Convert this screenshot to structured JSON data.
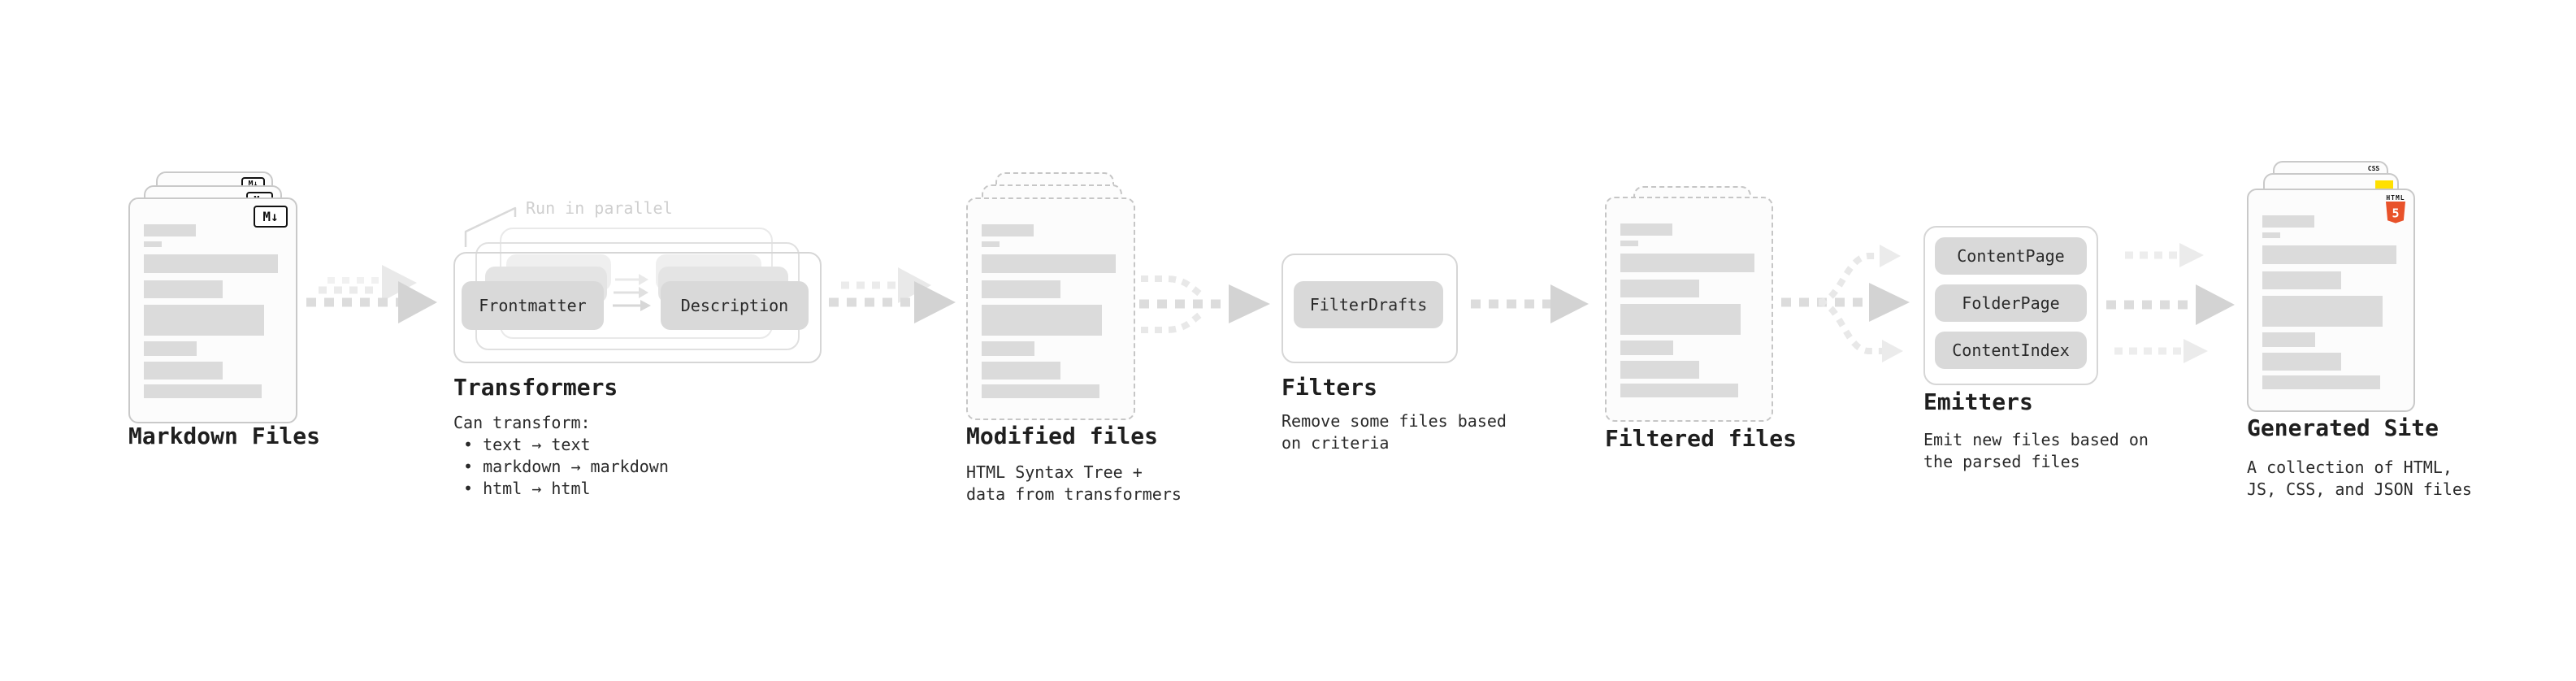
{
  "colors": {
    "html5_orange": "#e8522a",
    "js_yellow": "#ffe000",
    "css_blue": "#2a6df5",
    "arrow_gray": "#dcdcdc",
    "muted_annotation": "#cfcfcf"
  },
  "markdown_files": {
    "label": "Markdown Files",
    "icon_label": "M↓"
  },
  "transformers": {
    "annotation": "Run in parallel",
    "step_from": "Frontmatter",
    "step_to": "Description",
    "title": "Transformers",
    "desc_heading": "Can transform:",
    "bullets": [
      "• text → text",
      "• markdown → markdown",
      "• html → html"
    ]
  },
  "modified_files": {
    "title": "Modified files",
    "desc_line1": "HTML Syntax Tree +",
    "desc_line2": "data from transformers"
  },
  "filters": {
    "button": "FilterDrafts",
    "title": "Filters",
    "desc_line1": "Remove some files based",
    "desc_line2": "on criteria"
  },
  "filtered_files": {
    "title": "Filtered files"
  },
  "emitters": {
    "buttons": [
      "ContentPage",
      "FolderPage",
      "ContentIndex"
    ],
    "title": "Emitters",
    "desc_line1": "Emit new files based on",
    "desc_line2": "the parsed files"
  },
  "generated_site": {
    "title": "Generated Site",
    "desc_line1": "A collection of HTML,",
    "desc_line2": "JS, CSS, and JSON files",
    "badges": {
      "css": "CSS",
      "html": "HTML",
      "html5_number": "5"
    }
  }
}
